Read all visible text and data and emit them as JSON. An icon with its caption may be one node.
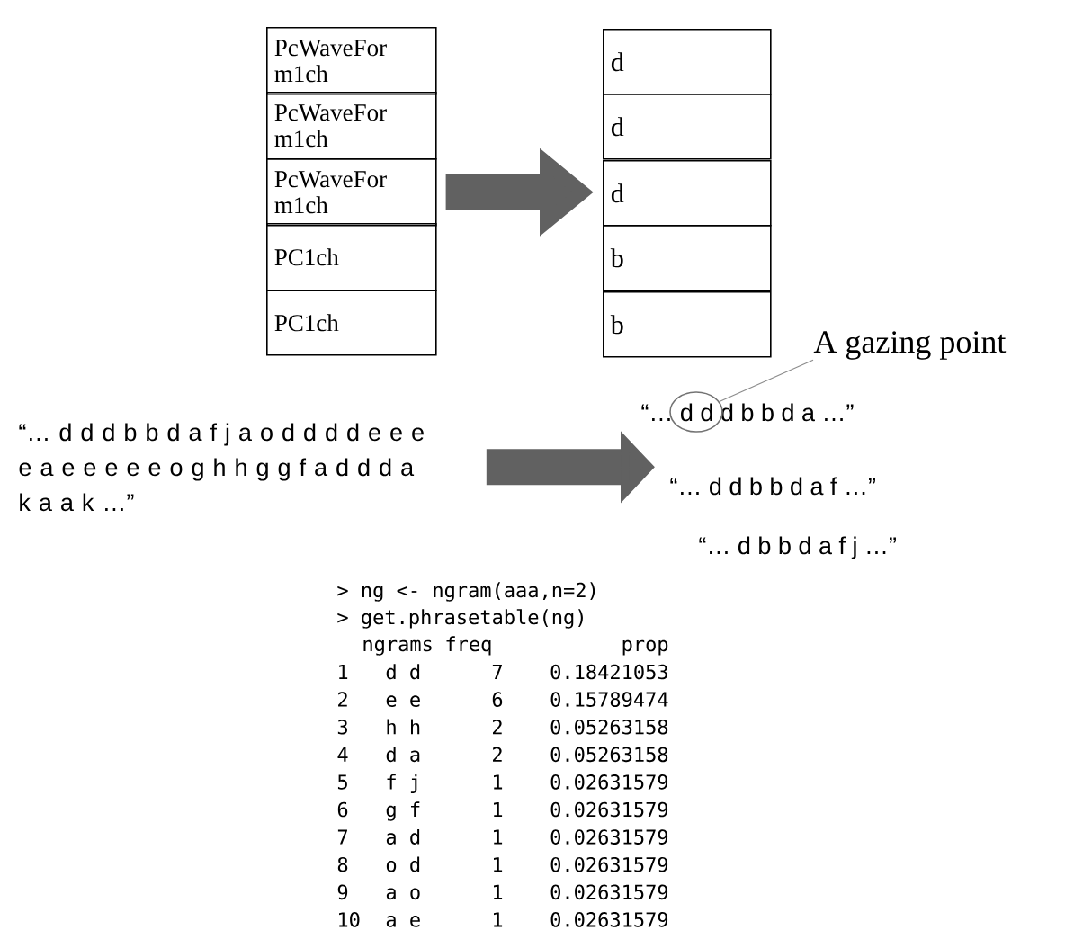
{
  "diagram": {
    "nodes": [
      {
        "text": [
          "PcWaveFor m1ch"
        ]
      },
      {
        "text": [
          "PcWaveFor m1ch"
        ]
      },
      {
        "text": [
          "PcWaveFor m1ch"
        ]
      },
      {
        "text": [
          "PC1ch"
        ]
      },
      {
        "text": [
          "PC1ch"
        ]
      },
      {
        "text": [
          "d"
        ]
      },
      {
        "text": [
          "d"
        ]
      },
      {
        "text": [
          "d"
        ]
      },
      {
        "text": [
          "b"
        ]
      },
      {
        "text": [
          "b"
        ]
      },
      {
        "text": [
          "A gazing point"
        ]
      },
      {
        "text": [
          "“… d d d b b d a f j a o d d d d e e e e a e e e e e o g h h g g f a d d d a k a a k …”"
        ]
      },
      {
        "text": [
          "“… d d d b b d a …”"
        ]
      },
      {
        "text": [],
        "shape": "ellipse"
      },
      {
        "text": [
          "“… d d b b d a f …”"
        ]
      },
      {
        "text": [
          "“… d b b d a f j …”"
        ]
      }
    ],
    "edges": [
      {
        "from": 2,
        "to": 7,
        "arrow": "to"
      },
      {
        "from": 11,
        "to": 14,
        "arrow": "to"
      },
      {
        "from": 10,
        "to": 13,
        "arrow": "none",
        "color": "#8c8c8c"
      }
    ],
    "labels": [
      "> ng <- ngram(aaa,n=2)",
      "> get.phrasetable(ng)",
      "ngrams",
      "freq",
      "prop",
      "1",
      "d d",
      "7",
      "0.18421053",
      "2",
      "e e",
      "6",
      "0.15789474",
      "3",
      "h h",
      "2",
      "0.05263158",
      "4",
      "d a",
      "2",
      "0.05263158",
      "5",
      "f j",
      "1",
      "0.02631579",
      "6",
      "g f",
      "1",
      "0.02631579",
      "7",
      "a d",
      "1",
      "0.02631579",
      "8",
      "o d",
      "1",
      "0.02631579",
      "9",
      "a o",
      "1",
      "0.02631579",
      "10",
      "a e",
      "1",
      "0.02631579"
    ]
  }
}
